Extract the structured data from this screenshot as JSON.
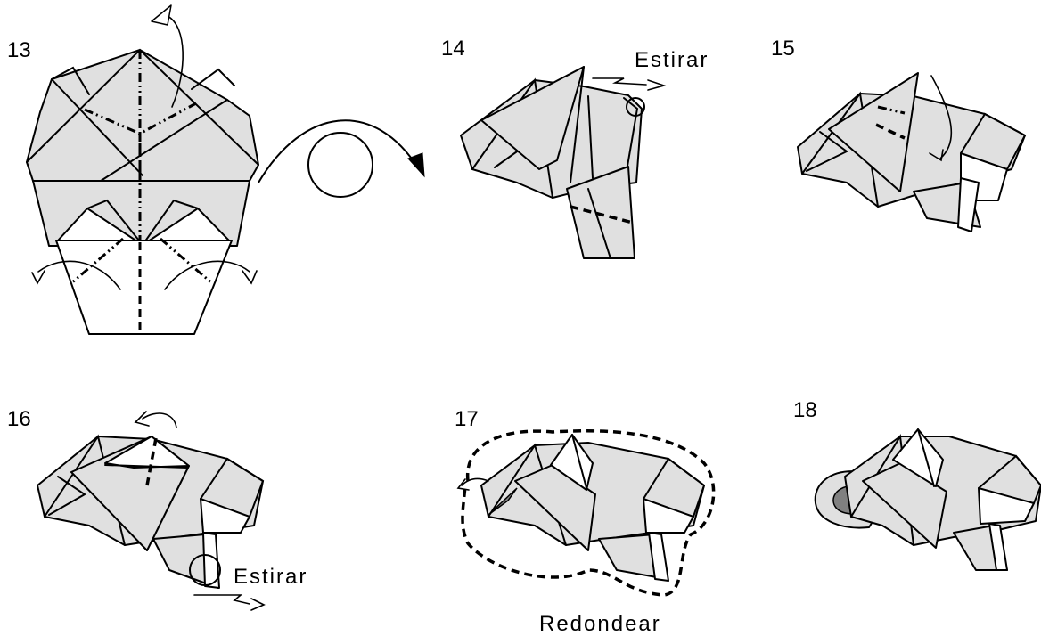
{
  "steps": [
    {
      "number": "13"
    },
    {
      "number": "14",
      "label": "Estirar"
    },
    {
      "number": "15"
    },
    {
      "number": "16",
      "label": "Estirar"
    },
    {
      "number": "17",
      "label": "Redondear"
    },
    {
      "number": "18"
    }
  ],
  "colors": {
    "paper": "#e0e0e0",
    "paper_white": "#ffffff",
    "shade": "#808080",
    "line": "#000000"
  },
  "icons": [
    "turn-over-icon",
    "pull-arrow-icon",
    "fold-arrow-icon",
    "valley-fold-line",
    "mountain-fold-line"
  ]
}
